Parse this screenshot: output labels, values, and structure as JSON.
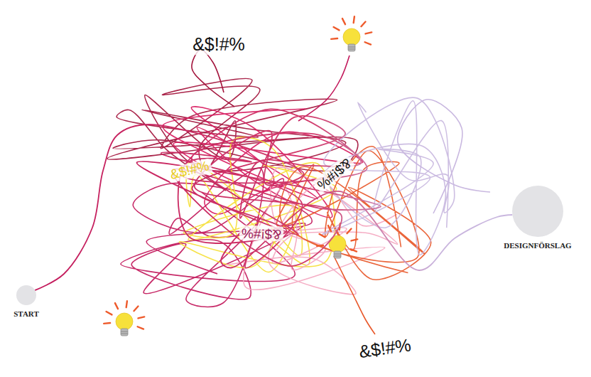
{
  "diagram": {
    "nodes": [
      {
        "text": [
          "START"
        ]
      },
      {
        "text": [
          "DESIGNFÖRSLAG"
        ]
      }
    ],
    "edges": [
      {
        "from": 0,
        "to": 1,
        "arrow": "none"
      }
    ],
    "labels": [
      "&$!#%",
      "&$!#%",
      "&$!#%",
      "&$!#%",
      "&$!#%"
    ]
  }
}
